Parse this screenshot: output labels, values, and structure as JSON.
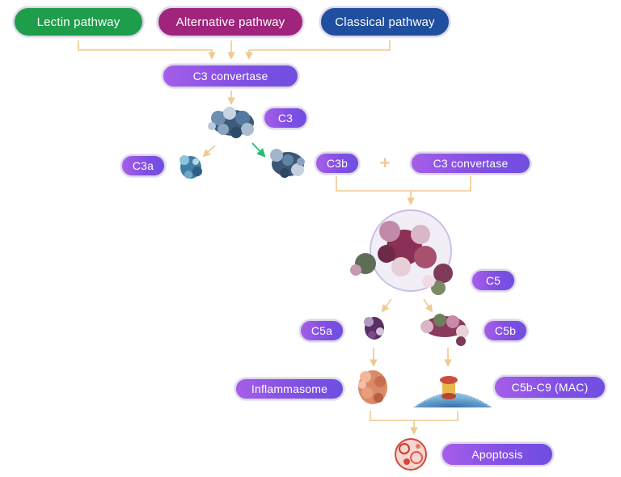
{
  "pathways": {
    "lectin": "Lectin pathway",
    "alternative": "Alternative pathway",
    "classical": "Classical pathway"
  },
  "labels": {
    "c3_convertase_top": "C3 convertase",
    "c3": "C3",
    "c3a": "C3a",
    "c3b": "C3b",
    "plus": "+",
    "c3_convertase_right": "C3 convertase",
    "c5": "C5",
    "c5a": "C5a",
    "c5b": "C5b",
    "inflammasome": "Inflammasome",
    "mac": "C5b-C9 (MAC)",
    "apoptosis": "Apoptosis"
  },
  "colors": {
    "lectin": "#1e9e4a",
    "alternative": "#a0247c",
    "classical": "#1f4f9e",
    "connector": "#efc98f",
    "highlight_arrow": "#1fbf7a"
  }
}
